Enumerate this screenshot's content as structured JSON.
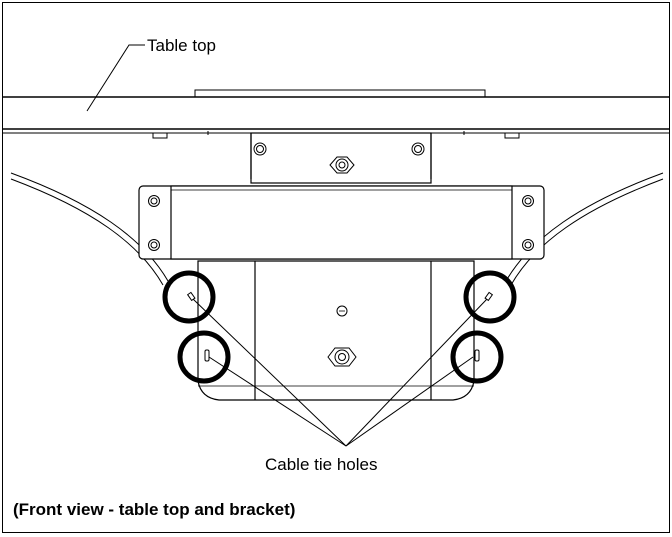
{
  "labels": {
    "table_top": "Table top",
    "cable_tie_holes": "Cable tie holes"
  },
  "caption": "(Front view - table top and bracket)",
  "colors": {
    "line": "#000000",
    "highlight_ring": "#000000",
    "background": "#ffffff"
  }
}
